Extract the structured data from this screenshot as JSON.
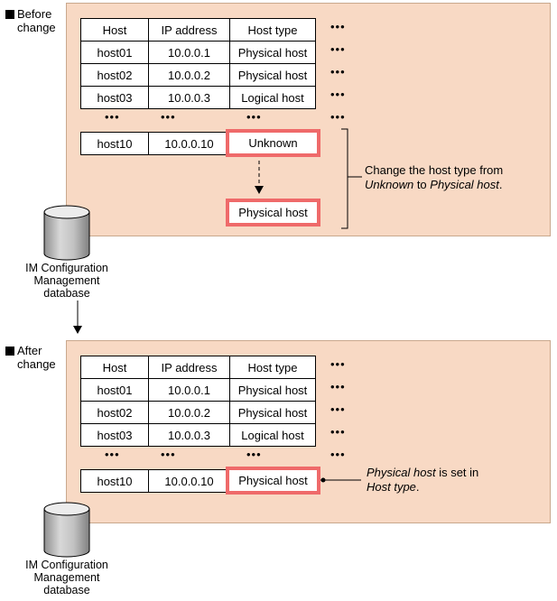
{
  "before": {
    "label_line1": "Before",
    "label_line2": "change",
    "headers": [
      "Host",
      "IP address",
      "Host type"
    ],
    "rows": [
      [
        "host01",
        "10.0.0.1",
        "Physical host"
      ],
      [
        "host02",
        "10.0.0.2",
        "Physical host"
      ],
      [
        "host03",
        "10.0.0.3",
        "Logical host"
      ]
    ],
    "ellipsis": "•••",
    "target_row": [
      "host10",
      "10.0.0.10",
      "Unknown"
    ],
    "new_value": "Physical host",
    "note_line1": "Change the host type from",
    "note_line2_italic1": "Unknown",
    "note_line2_mid": " to ",
    "note_line2_italic2": "Physical host",
    "note_line2_end": "."
  },
  "after": {
    "label_line1": "After",
    "label_line2": "change",
    "headers": [
      "Host",
      "IP address",
      "Host type"
    ],
    "rows": [
      [
        "host01",
        "10.0.0.1",
        "Physical host"
      ],
      [
        "host02",
        "10.0.0.2",
        "Physical host"
      ],
      [
        "host03",
        "10.0.0.3",
        "Logical host"
      ]
    ],
    "ellipsis": "•••",
    "target_row": [
      "host10",
      "10.0.0.10",
      "Physical host"
    ],
    "note_line1_italic": "Physical host",
    "note_line1_rest": " is set in",
    "note_line2_italic": "Host type",
    "note_line2_end": "."
  },
  "database": {
    "caption_line1": "IM Configuration",
    "caption_line2": "Management",
    "caption_line3": "database"
  },
  "colors": {
    "panel_fill": "#f8d9c4",
    "highlight_border": "#ef6a6a"
  }
}
